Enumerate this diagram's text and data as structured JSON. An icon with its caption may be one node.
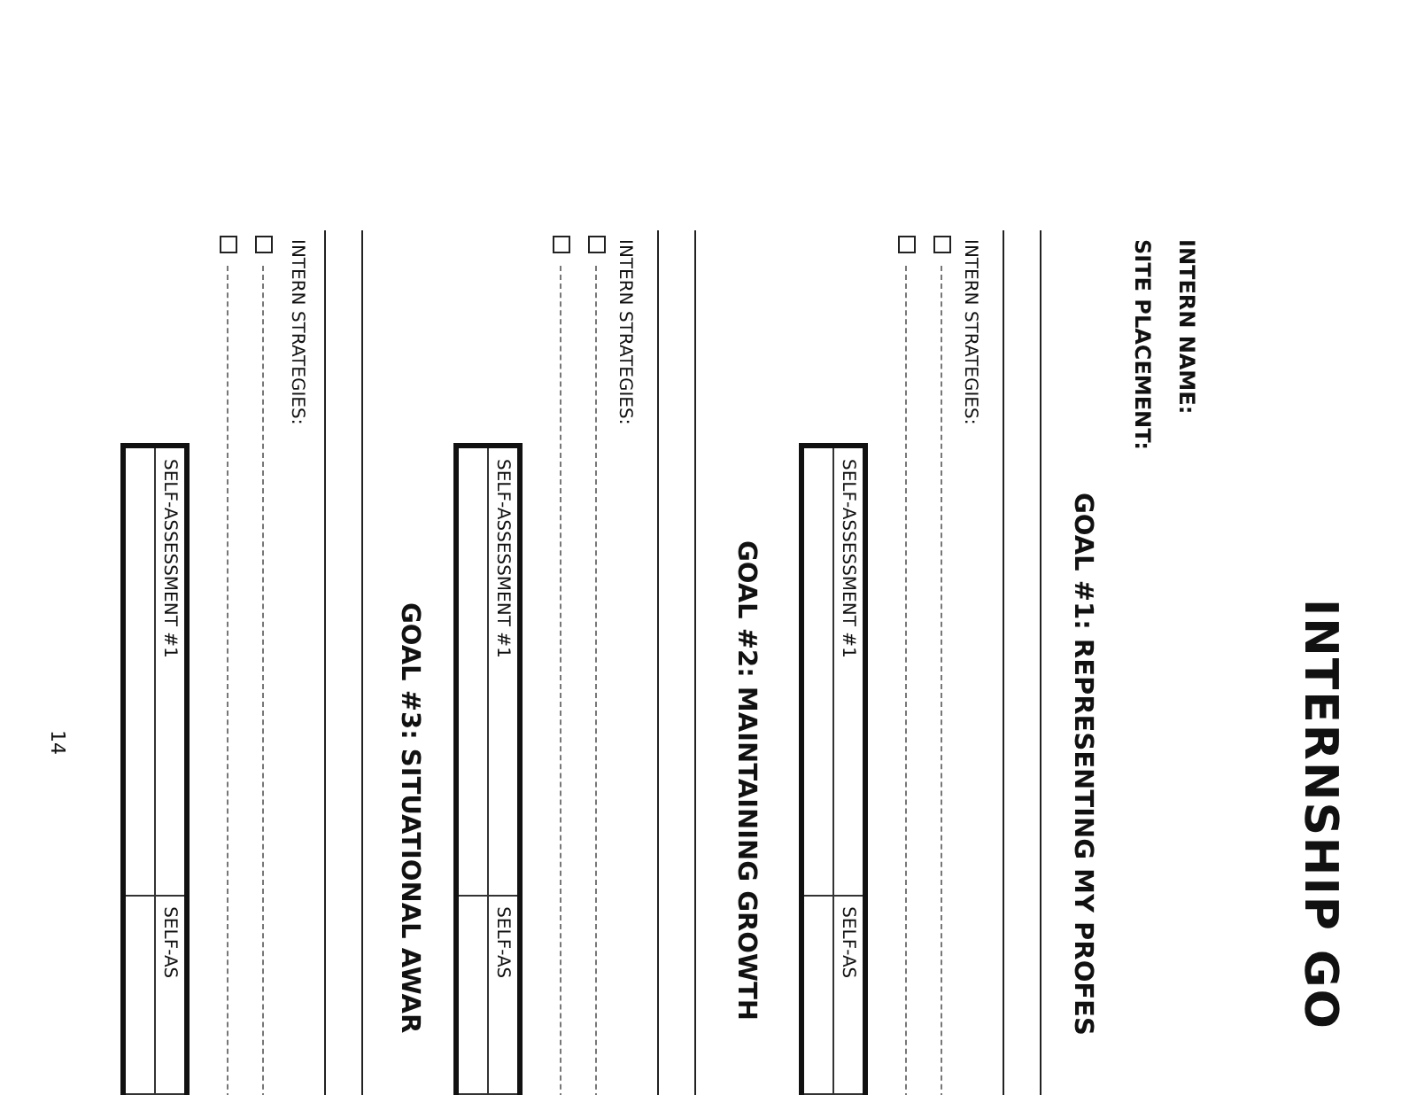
{
  "diagram": {
    "title": "INTERNSHIP GO",
    "labels": [
      "INTERN NAME:",
      "SITE PLACEMENT:",
      "GOAL #1: REPRESENTING MY PROFES",
      "INTERN STRATEGIES:",
      "SELF-ASSESSMENT #1",
      "SELF-AS",
      "GOAL #2: MAINTAINING GROWTH",
      "INTERN STRATEGIES:",
      "SELF-ASSESSMENT #1",
      "SELF-AS",
      "GOAL #3: SITUATIONAL AWAR",
      "INTERN STRATEGIES:",
      "SELF-ASSESSMENT #1",
      "SELF-AS",
      "14"
    ]
  }
}
